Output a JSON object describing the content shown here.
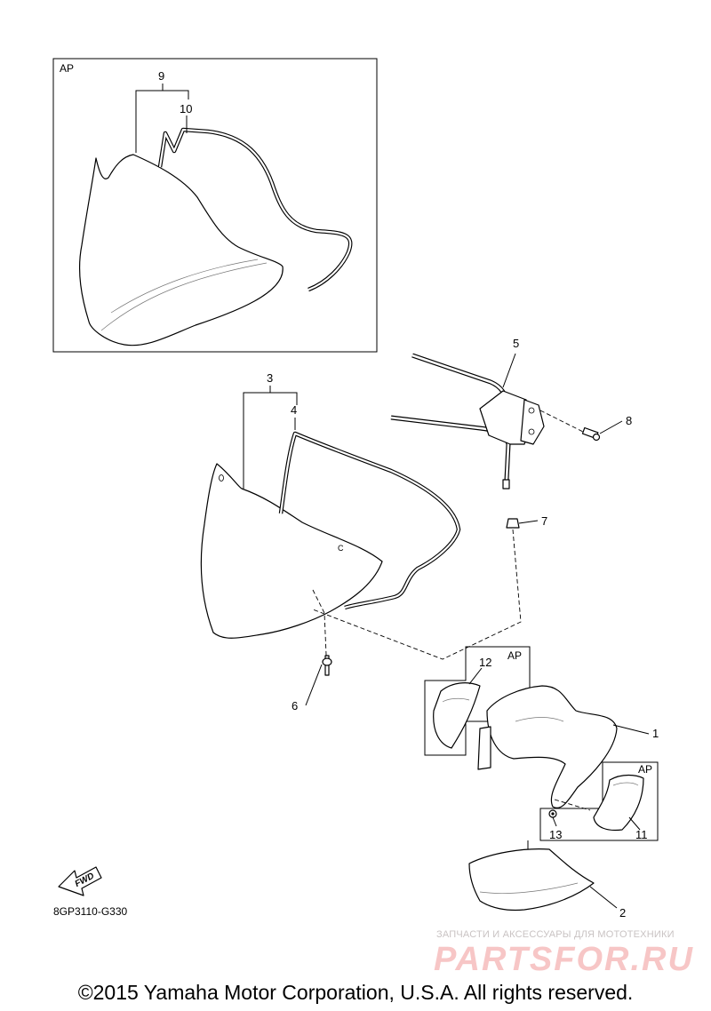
{
  "diagram": {
    "box_labels": {
      "top_kit": "AP",
      "mount_kit": "AP",
      "side_kit": "AP"
    },
    "callouts": {
      "c1": "1",
      "c2": "2",
      "c3": "3",
      "c4": "4",
      "c5": "5",
      "c6": "6",
      "c7": "7",
      "c8": "8",
      "c9": "9",
      "c10": "10",
      "c11": "11",
      "c12": "12",
      "c13": "13"
    },
    "part_mark": "C",
    "fwd_label": "FWD",
    "diagram_code": "8GP3110-G330"
  },
  "watermark": {
    "tagline": "ЗАПЧАСТИ И АКСЕССУАРЫ ДЛЯ МОТОТЕХНИКИ",
    "brand": "PARTSFOR.RU"
  },
  "footer": {
    "copyright": "©2015 Yamaha Motor Corporation, U.S.A. All rights reserved."
  }
}
